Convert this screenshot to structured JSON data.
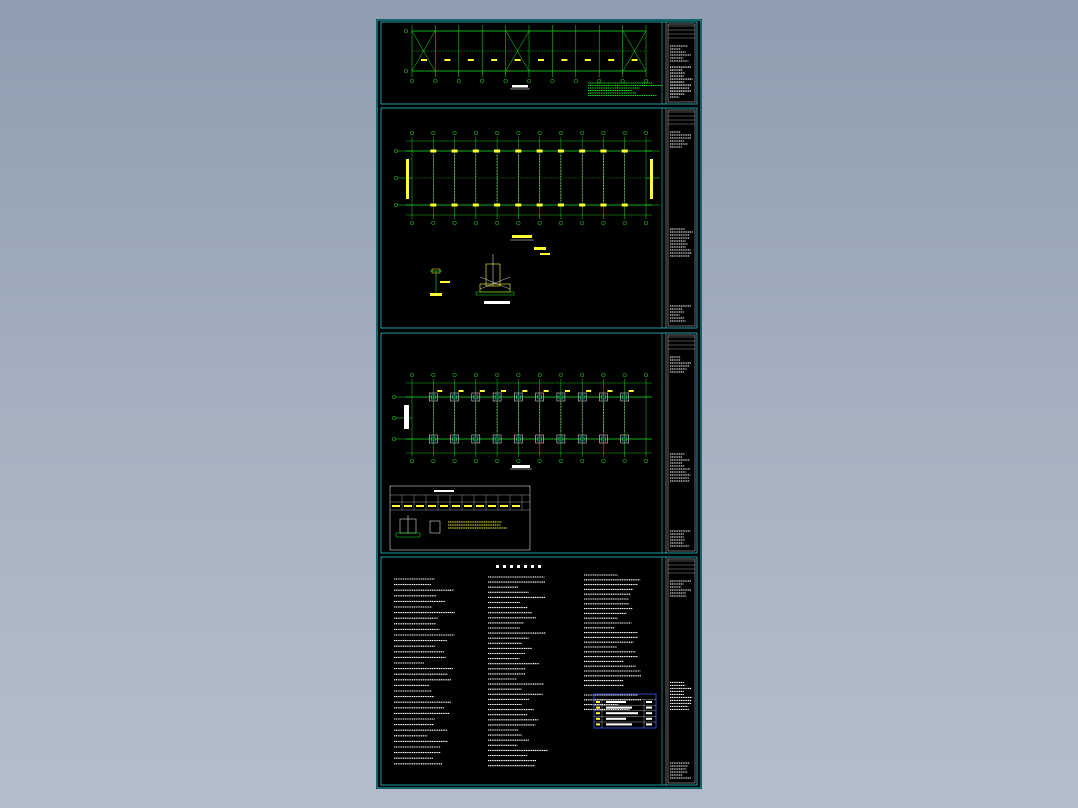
{
  "viewer": {
    "background_top": "#8e9db0",
    "background_bottom": "#b4bdcb"
  },
  "drawing": {
    "frame_color": "#26c6d0",
    "line_color": "#19e61f",
    "label_color": "#ffff33",
    "text_color": "#ffffff",
    "table_frame_color": "#3355ff",
    "panels": [
      {
        "id": "roof-framing-plan",
        "caption": ""
      },
      {
        "id": "column-layout-plan",
        "caption": ""
      },
      {
        "id": "foundation-plan",
        "caption": ""
      },
      {
        "id": "general-notes",
        "caption": ""
      }
    ]
  }
}
